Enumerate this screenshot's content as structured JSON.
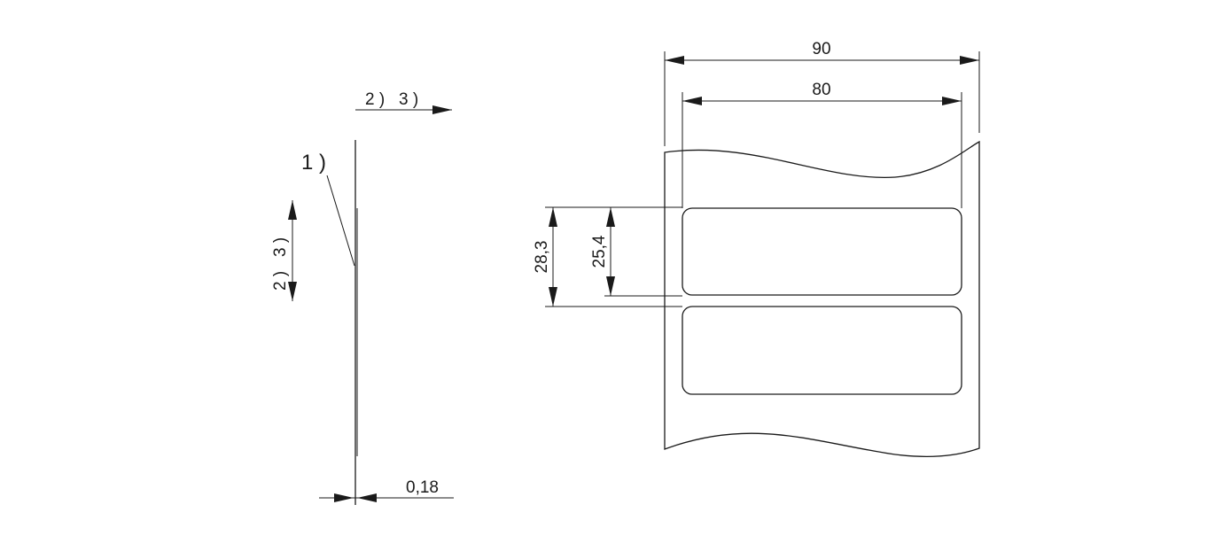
{
  "side_view": {
    "callout": "1 )",
    "top_note": "2 )   3 )",
    "side_note": "2 )   3 )",
    "thickness": "0,18"
  },
  "front_view": {
    "width_outer": "90",
    "width_inner": "80",
    "pitch": "28,3",
    "label_height": "25,4"
  }
}
